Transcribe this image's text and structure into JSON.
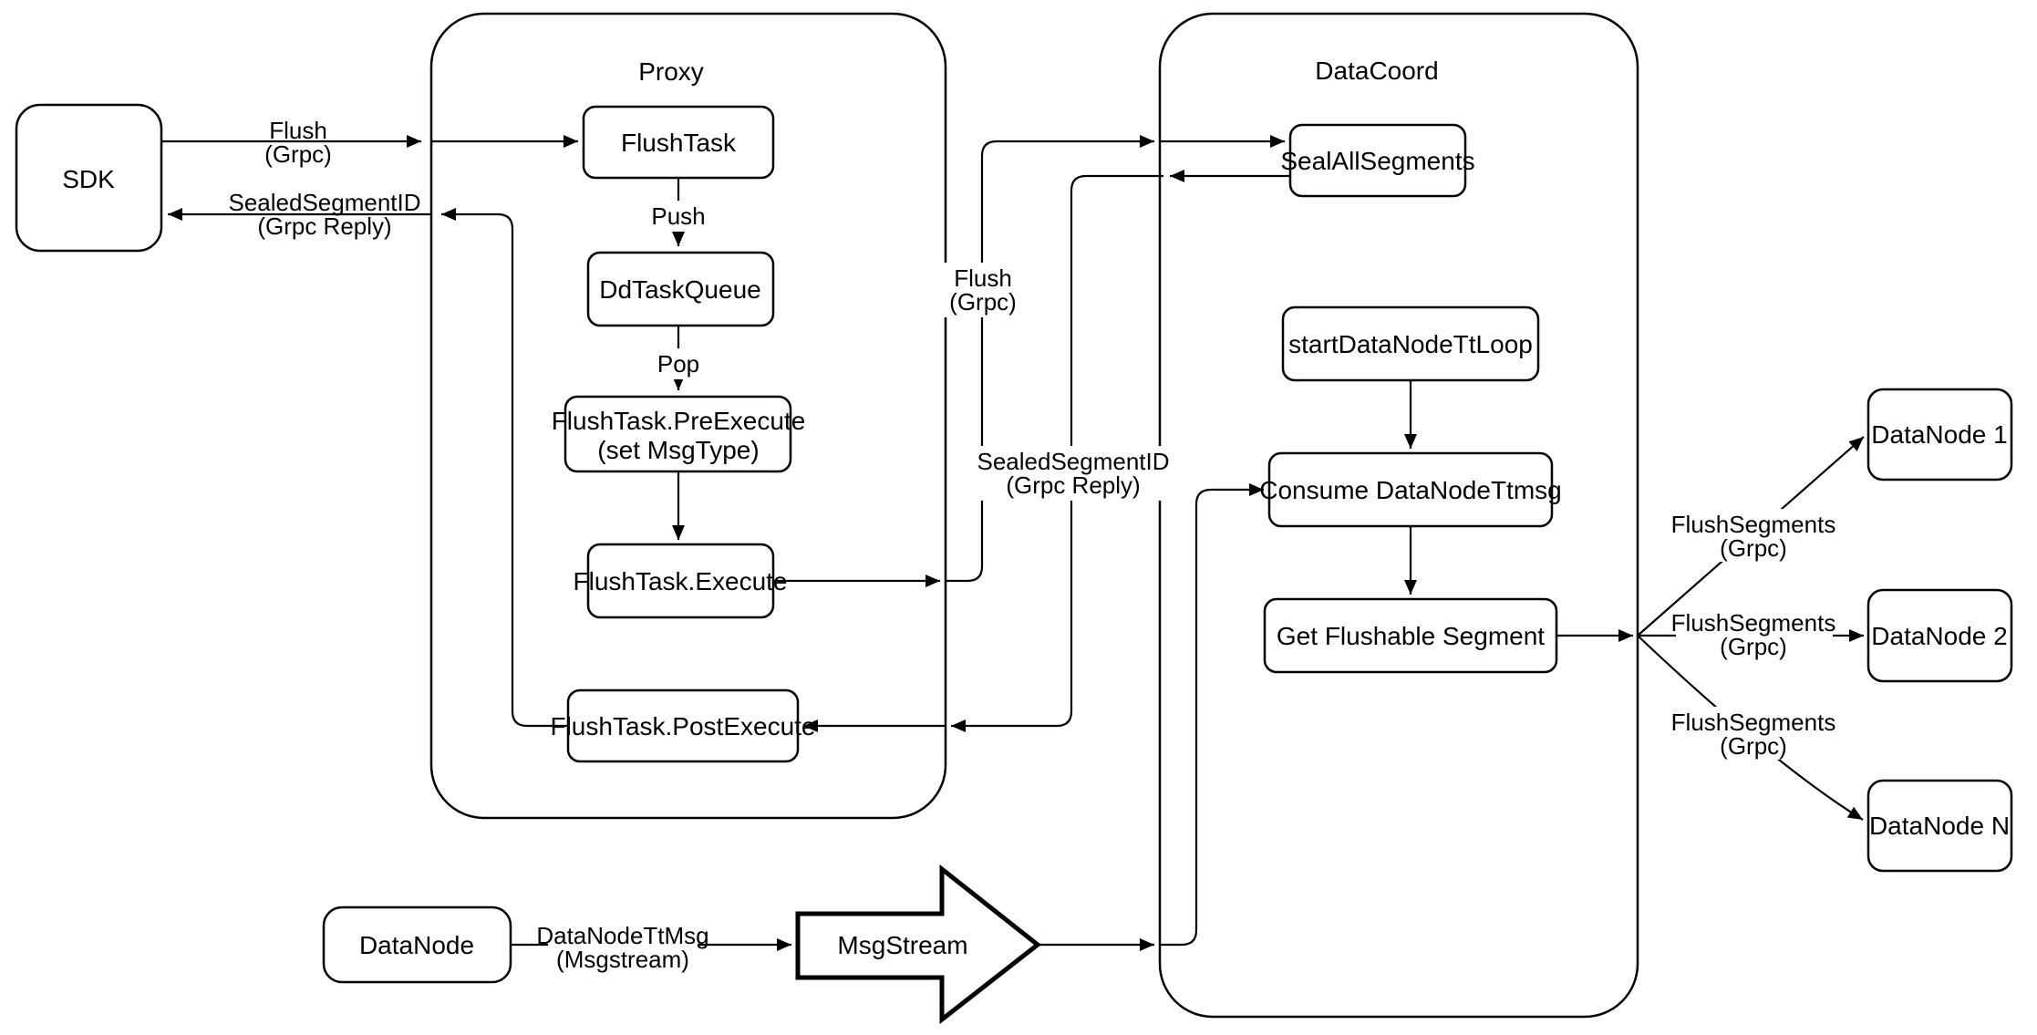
{
  "diagram": {
    "colors": {
      "stroke": "#000000",
      "background": "#ffffff"
    },
    "containers": {
      "proxy": {
        "title": "Proxy"
      },
      "datacoord": {
        "title": "DataCoord"
      }
    },
    "nodes": {
      "sdk": "SDK",
      "flush_task": "FlushTask",
      "dd_task_queue": "DdTaskQueue",
      "pre_execute": {
        "line1": "FlushTask.PreExecute",
        "line2": "(set MsgType)"
      },
      "execute": "FlushTask.Execute",
      "post_execute": "FlushTask.PostExecute",
      "seal_all_segments": "SealAllSegments",
      "start_datanode_tt_loop": "startDataNodeTtLoop",
      "consume_datanode_ttmsg": "Consume DataNodeTtmsg",
      "get_flushable_segment": "Get Flushable Segment",
      "datanode": "DataNode",
      "msgstream": "MsgStream",
      "datanode_1": "DataNode 1",
      "datanode_2": "DataNode 2",
      "datanode_n": "DataNode N"
    },
    "edge_labels": {
      "flush_sdk": {
        "line1": "Flush",
        "line2": "(Grpc)"
      },
      "sealed_sdk": {
        "line1": "SealedSegmentID",
        "line2": "(Grpc Reply)"
      },
      "push": "Push",
      "pop": "Pop",
      "flush_mid": {
        "line1": "Flush",
        "line2": "(Grpc)"
      },
      "sealed_mid": {
        "line1": "SealedSegmentID",
        "line2": "(Grpc Reply)"
      },
      "flush_segments_1": {
        "line1": "FlushSegments",
        "line2": "(Grpc)"
      },
      "flush_segments_2": {
        "line1": "FlushSegments",
        "line2": "(Grpc)"
      },
      "flush_segments_3": {
        "line1": "FlushSegments",
        "line2": "(Grpc)"
      },
      "datanode_ttmsg": {
        "line1": "DataNodeTtMsg",
        "line2": "(Msgstream)"
      }
    }
  }
}
